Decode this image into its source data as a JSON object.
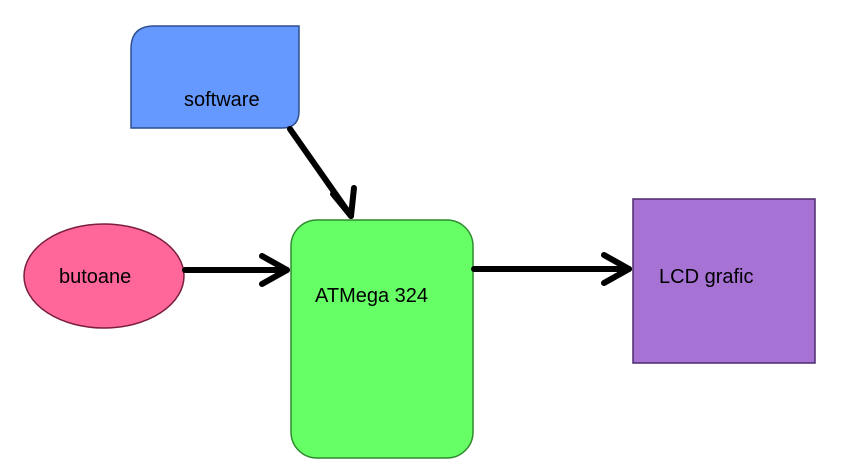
{
  "nodes": {
    "software": {
      "label": "software",
      "color": "#6699FF"
    },
    "buttons": {
      "label": "butoane",
      "color": "#FF6699"
    },
    "mcu": {
      "label": "ATMega 324",
      "color": "#66FF66"
    },
    "lcd": {
      "label": "LCD grafic",
      "color": "#A672D4"
    }
  },
  "edges": [
    {
      "from": "software",
      "to": "ATMega 324"
    },
    {
      "from": "butoane",
      "to": "ATMega 324"
    },
    {
      "from": "ATMega 324",
      "to": "LCD grafic"
    }
  ]
}
